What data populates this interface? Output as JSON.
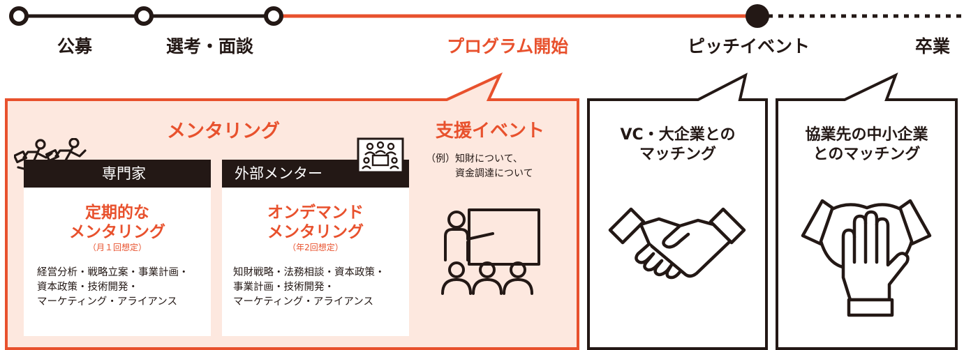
{
  "timeline": {
    "stages": [
      {
        "label": "公募"
      },
      {
        "label": "選考・面談"
      },
      {
        "label": "プログラム開始"
      },
      {
        "label": "ピッチイベント"
      },
      {
        "label": "卒業"
      }
    ]
  },
  "mentoring": {
    "title": "メンタリング",
    "expert": {
      "tag": "専門家",
      "title_line1": "定期的な",
      "title_line2": "メンタリング",
      "note": "（月１回想定）",
      "desc": "経営分析・戦略立案・事業計画・\n資本政策・技術開発・\nマーケティング・アライアンス"
    },
    "external": {
      "tag": "外部メンター",
      "title_line1": "オンデマンド",
      "title_line2": "メンタリング",
      "note": "（年2回想定）",
      "desc": "知財戦略・法務相談・資本政策・\n事業計画・技術開発・\nマーケティング・アライアンス"
    }
  },
  "support_event": {
    "title": "支援イベント",
    "example": "（例）知財について、\n　　　資金調達について"
  },
  "pitch_panel": {
    "line1": "VC・大企業との",
    "line2": "マッチング",
    "icon": "handshake-icon"
  },
  "grad_panel": {
    "line1": "協業先の中小企業",
    "line2": "とのマッチング",
    "icon": "stacked-hands-icon"
  },
  "colors": {
    "accent": "#e8512d",
    "panel_bg": "#fde8df",
    "ink": "#231815"
  }
}
